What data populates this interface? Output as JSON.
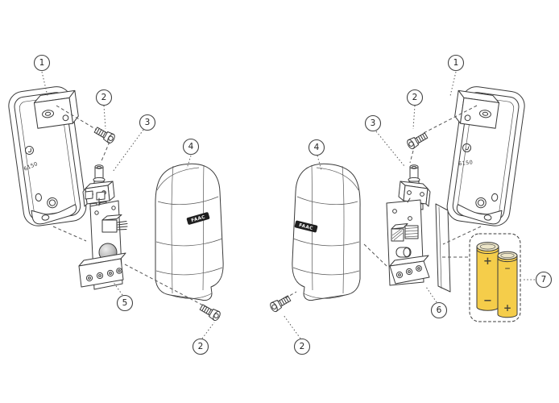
{
  "figure": {
    "kind": "exploded-parts-diagram",
    "assemblies": [
      "left-photocell",
      "right-photocell"
    ]
  },
  "callouts": {
    "n1": "1",
    "n2": "2",
    "n3": "3",
    "n4": "4",
    "n5": "5",
    "n6": "6",
    "n7": "7"
  },
  "brackets": {
    "marking": "6150"
  },
  "covers": {
    "logo_text": "FAAC"
  },
  "batteries": {
    "battery_a": {
      "top": "+",
      "bottom": "−"
    },
    "battery_b": {
      "top": "−",
      "bottom": "+"
    }
  },
  "colors": {
    "background": "#ffffff",
    "line": "#3a3a3a",
    "battery_body": "#F5CD4A",
    "battery_cap": "#EDE6C8",
    "logo_band": "#1f1f1f",
    "lens_gray": "#a0a0a0"
  }
}
